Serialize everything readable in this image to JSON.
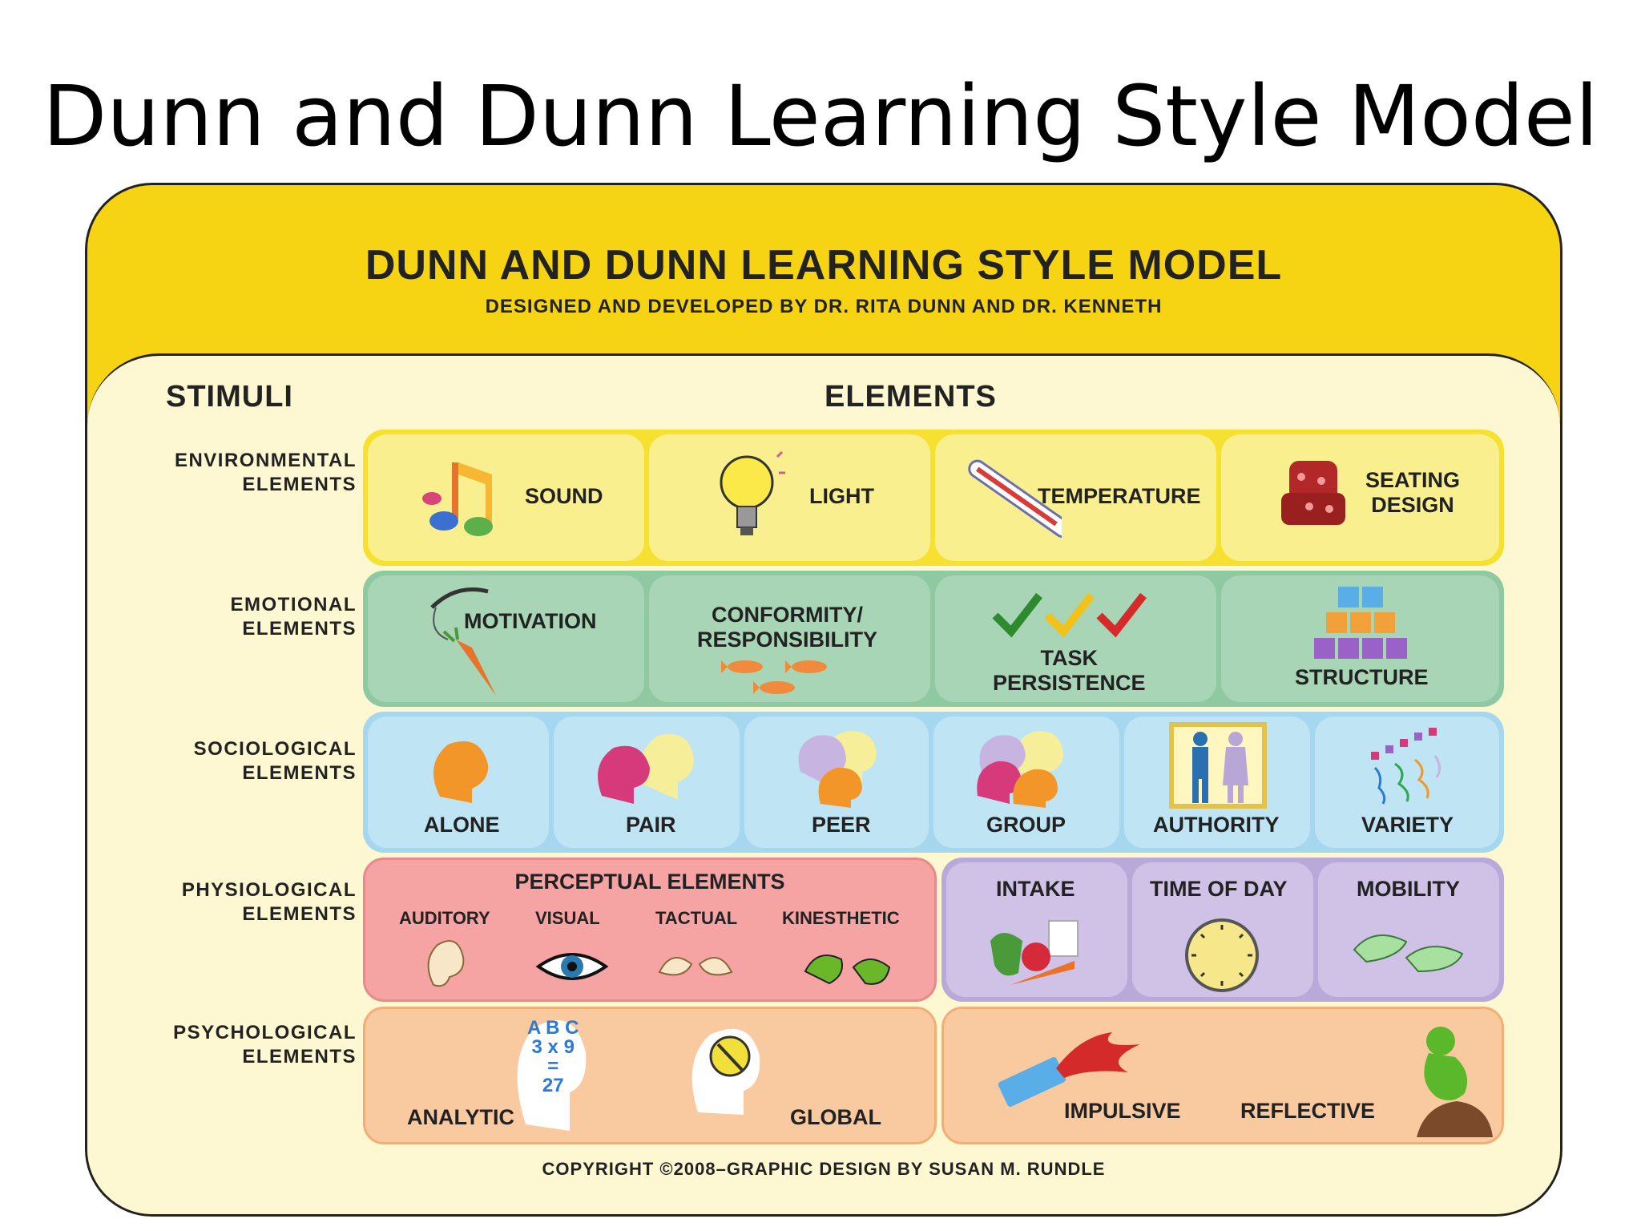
{
  "slide": {
    "title": "Dunn and Dunn Learning Style Model"
  },
  "poster": {
    "title": "DUNN AND DUNN LEARNING STYLE MODEL",
    "subtitle": "DESIGNED AND DEVELOPED BY DR. RITA DUNN AND DR. KENNETH",
    "stimuli_header": "STIMULI",
    "elements_header": "ELEMENTS",
    "copyright": "COPYRIGHT ©2008–GRAPHIC DESIGN BY SUSAN M. RUNDLE"
  },
  "colors": {
    "frame_yellow": "#f6d414",
    "inner_cream": "#fdf7d2",
    "environmental": "#f9ef8f",
    "emotional": "#a8d5b5",
    "sociological": "#bfe4f4",
    "perceptual": "#f5a3a3",
    "physiological": "#cfc2e6",
    "psychological": "#f9c9a0"
  },
  "rows": {
    "environmental": {
      "label_line1": "ENVIRONMENTAL",
      "label_line2": "ELEMENTS",
      "items": [
        {
          "label": "SOUND",
          "icon": "music-notes-icon"
        },
        {
          "label": "LIGHT",
          "icon": "lightbulb-icon"
        },
        {
          "label": "TEMPERATURE",
          "icon": "thermometer-icon"
        },
        {
          "label_line1": "SEATING",
          "label_line2": "DESIGN",
          "icon": "armchair-icon"
        }
      ]
    },
    "emotional": {
      "label_line1": "EMOTIONAL",
      "label_line2": "ELEMENTS",
      "items": [
        {
          "label": "MOTIVATION",
          "icon": "carrot-stick-icon"
        },
        {
          "label_line1": "CONFORMITY/",
          "label_line2": "RESPONSIBILITY",
          "icon": "fish-school-icon"
        },
        {
          "label_line1": "TASK",
          "label_line2": "PERSISTENCE",
          "icon": "checkmarks-icon"
        },
        {
          "label": "STRUCTURE",
          "icon": "blocks-pyramid-icon"
        }
      ]
    },
    "sociological": {
      "label_line1": "SOCIOLOGICAL",
      "label_line2": "ELEMENTS",
      "items": [
        {
          "label": "ALONE",
          "icon": "single-head-icon"
        },
        {
          "label": "PAIR",
          "icon": "two-heads-icon"
        },
        {
          "label": "PEER",
          "icon": "peer-heads-icon"
        },
        {
          "label": "GROUP",
          "icon": "group-heads-icon"
        },
        {
          "label": "AUTHORITY",
          "icon": "authority-figures-icon"
        },
        {
          "label": "VARIETY",
          "icon": "variety-icon"
        }
      ]
    },
    "physiological": {
      "label_line1": "PHYSIOLOGICAL",
      "label_line2": "ELEMENTS",
      "perceptual_title": "PERCEPTUAL ELEMENTS",
      "perceptual": [
        {
          "label": "AUDITORY",
          "icon": "ear-icon"
        },
        {
          "label": "VISUAL",
          "icon": "eye-icon"
        },
        {
          "label": "TACTUAL",
          "icon": "hands-icon"
        },
        {
          "label": "KINESTHETIC",
          "icon": "shoes-icon"
        }
      ],
      "items": [
        {
          "label": "INTAKE",
          "icon": "food-icon"
        },
        {
          "label": "TIME OF DAY",
          "icon": "clock-icon"
        },
        {
          "label": "MOBILITY",
          "icon": "footprints-icon"
        }
      ]
    },
    "psychological": {
      "label_line1": "PSYCHOLOGICAL",
      "label_line2": "ELEMENTS",
      "analytic": {
        "label": "ANALYTIC",
        "head_text_1": "A B C",
        "head_text_2": "3 x 9",
        "head_text_3": "=",
        "head_text_4": "27"
      },
      "global": {
        "label": "GLOBAL"
      },
      "impulsive": {
        "label": "IMPULSIVE"
      },
      "reflective": {
        "label": "REFLECTIVE"
      }
    }
  }
}
